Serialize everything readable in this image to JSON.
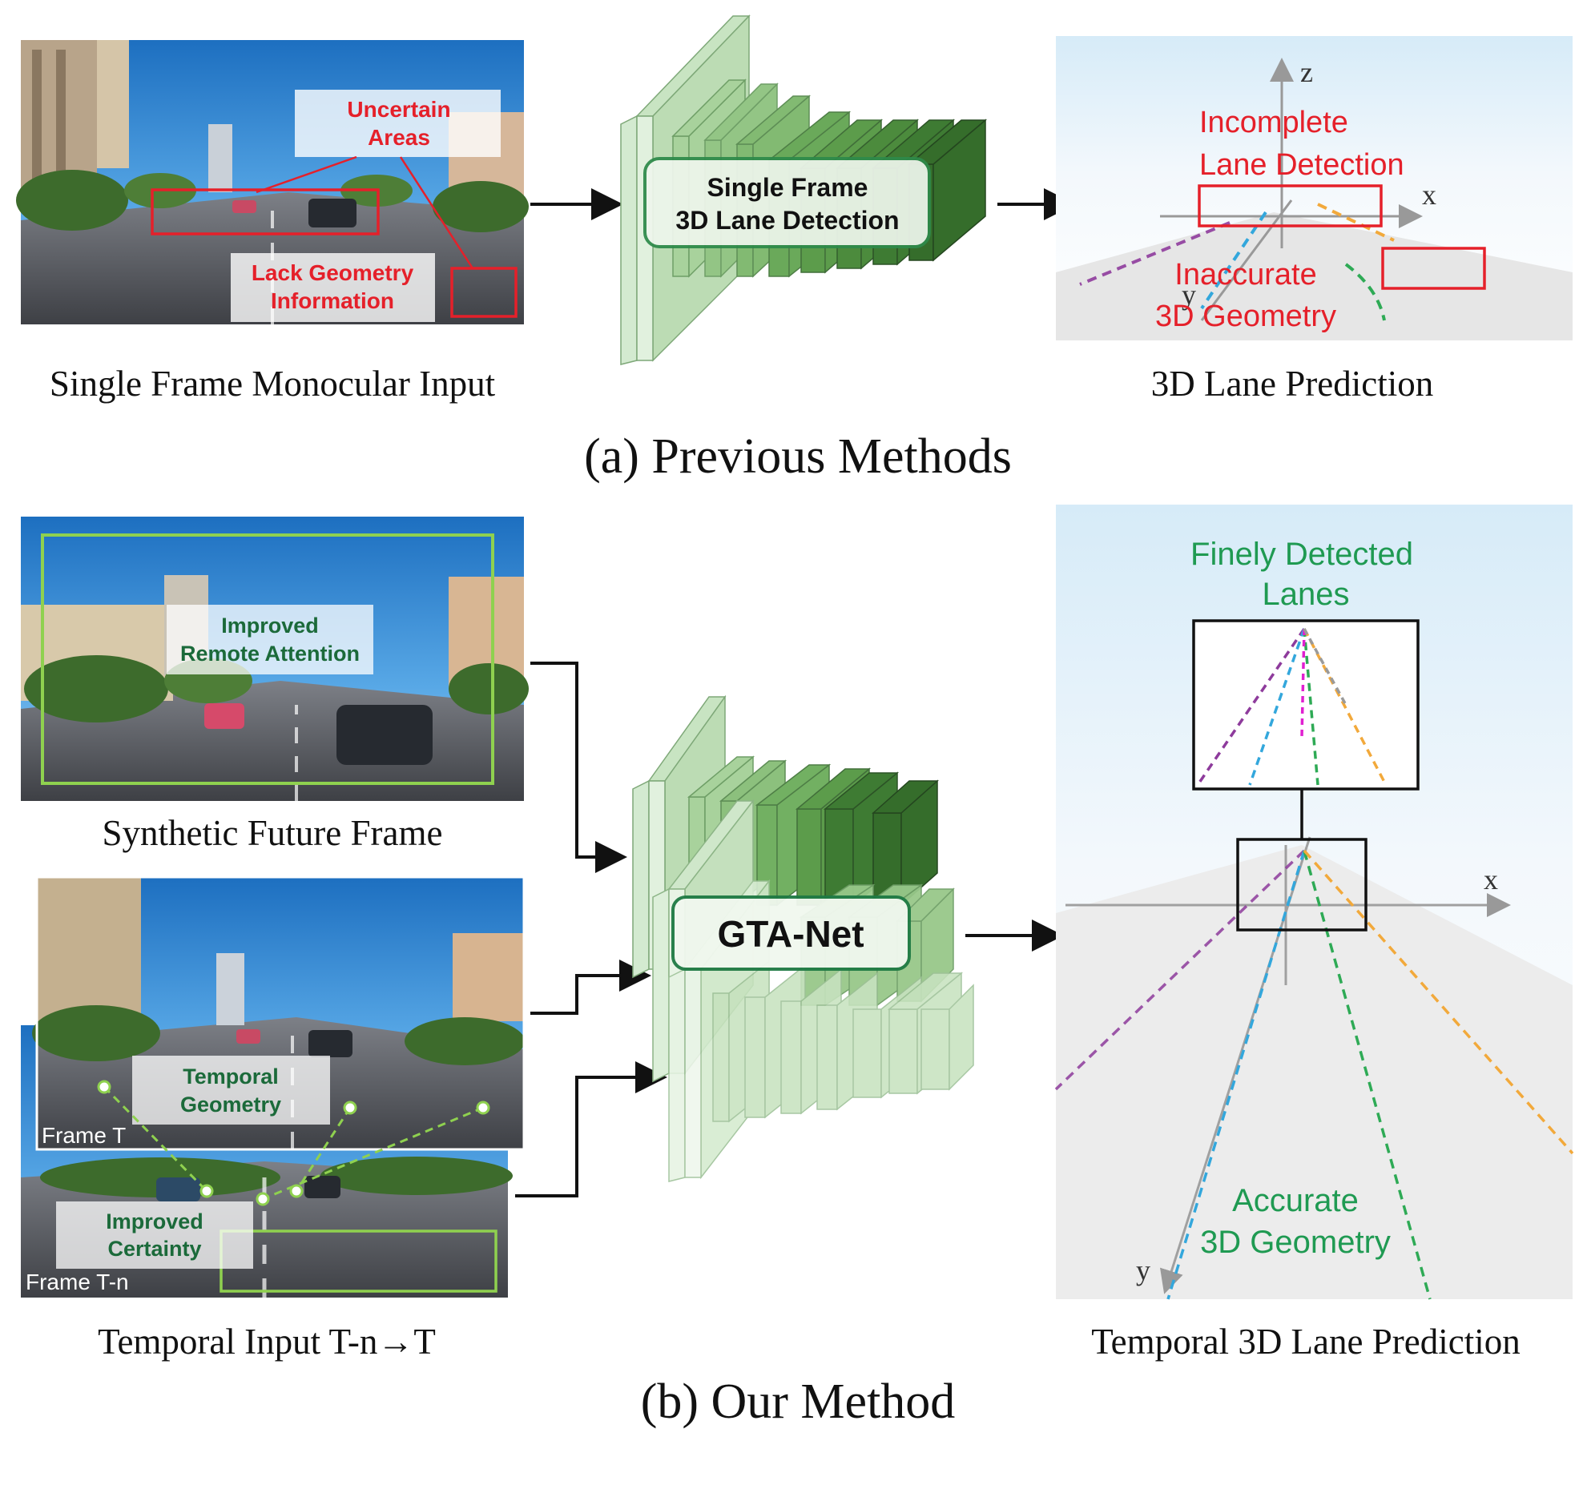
{
  "section_a": {
    "caption": "(a) Previous Methods",
    "input_caption": "Single Frame Monocular Input",
    "input_labels": {
      "uncertain_line1": "Uncertain",
      "uncertain_line2": "Areas",
      "lack_line1": "Lack Geometry",
      "lack_line2": "Information"
    },
    "network_line1": "Single Frame",
    "network_line2": "3D Lane Detection",
    "output_caption": "3D Lane Prediction",
    "output_labels": {
      "incomplete_line1": "Incomplete",
      "incomplete_line2": "Lane Detection",
      "inaccurate_line1": "Inaccurate",
      "inaccurate_line2": "3D Geometry"
    },
    "axes": {
      "z": "z",
      "x": "x",
      "y": "y"
    }
  },
  "section_b": {
    "caption": "(b) Our Method",
    "future_caption": "Synthetic Future Frame",
    "future_label_line1": "Improved",
    "future_label_line2": "Remote Attention",
    "temporal_caption": "Temporal Input T-n→T",
    "frame_t_tag": "Frame T",
    "frame_tn_tag": "Frame T-n",
    "temporal_label_line1": "Temporal",
    "temporal_label_line2": "Geometry",
    "certainty_line1": "Improved",
    "certainty_line2": "Certainty",
    "network": "GTA-Net",
    "output_caption": "Temporal 3D Lane Prediction",
    "output_labels": {
      "fine_line1": "Finely Detected",
      "fine_line2": "Lanes",
      "acc_line1": "Accurate",
      "acc_line2": "3D Geometry"
    },
    "axes": {
      "x": "x",
      "y": "y"
    }
  },
  "colors": {
    "alert_red": "#e5202a",
    "accent_green": "#1f9a52",
    "dark_green_text": "#1b6a3a",
    "lane_purple": "#8e3b9c",
    "lane_cyan": "#33a7dc",
    "lane_green": "#2eaa55",
    "lane_orange": "#f2a93b",
    "lane_magenta": "#e020d0",
    "lane_gray": "#9a9a9a",
    "highlight_green": "#8fd14f"
  }
}
